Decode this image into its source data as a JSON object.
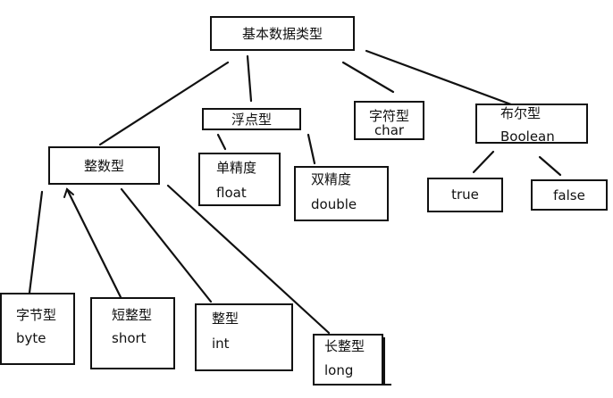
{
  "diagram": {
    "root": {
      "label": "基本数据类型"
    },
    "integer": {
      "label": "整数型",
      "byte": {
        "zh": "字节型",
        "en": "byte"
      },
      "short": {
        "zh": "短整型",
        "en": "short"
      },
      "int": {
        "zh": "整型",
        "en": "int"
      },
      "long": {
        "zh": "长整型",
        "en": "long"
      }
    },
    "floating": {
      "label": "浮点型",
      "float": {
        "zh": "单精度",
        "en": "float"
      },
      "double": {
        "zh": "双精度",
        "en": "double"
      }
    },
    "character": {
      "zh": "字符型",
      "en": "char"
    },
    "boolean": {
      "zh": "布尔型",
      "en": "Boolean",
      "true_label": "true",
      "false_label": "false"
    }
  }
}
